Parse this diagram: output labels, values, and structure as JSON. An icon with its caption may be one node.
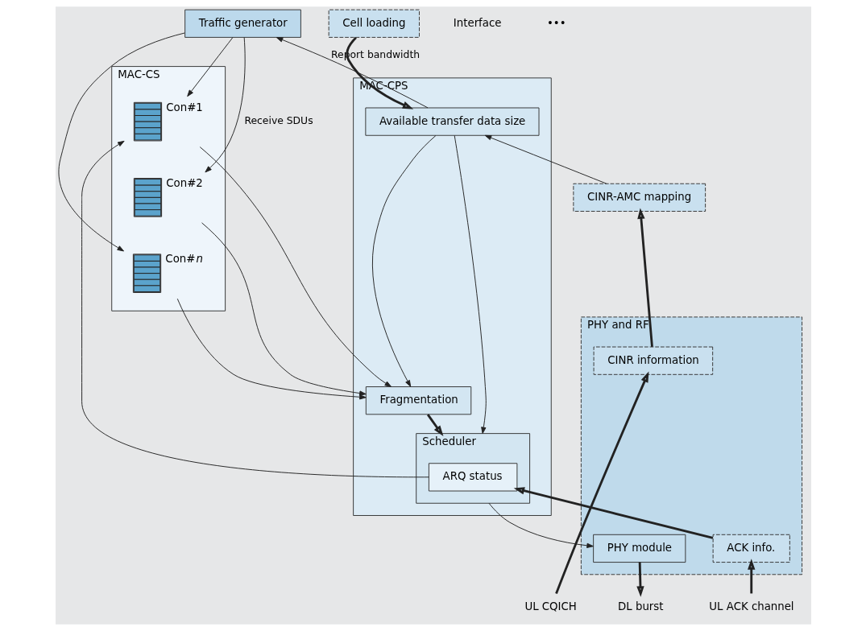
{
  "diagram": {
    "nodes": [
      {
        "text": [
          "Traffic generator"
        ]
      },
      {
        "text": [
          "MAC-CS"
        ]
      },
      {
        "text": [],
        "shape": "bar",
        "beside": [
          "Con#1"
        ],
        "in": 1
      },
      {
        "text": [],
        "shape": "bar",
        "beside": [
          "Con#2"
        ],
        "in": 1
      },
      {
        "text": [],
        "shape": "bar",
        "beside": [
          "Con#*n*"
        ],
        "in": 1
      },
      {
        "text": [
          "MAC-CPS"
        ]
      },
      {
        "text": [
          "Fragmentation"
        ],
        "in": 5
      },
      {
        "text": [
          "Scheduler"
        ],
        "in": 5
      },
      {
        "text": [
          "ARQ status"
        ],
        "in": 7
      },
      {
        "text": [
          "Available transfer data size"
        ],
        "in": 5
      },
      {
        "text": [
          "Cell loading"
        ]
      },
      {
        "text": [
          "PHY and RF"
        ]
      },
      {
        "text": [
          "ACK info."
        ],
        "in": 11
      },
      {
        "text": [
          "PHY module"
        ],
        "in": 11
      },
      {
        "text": [
          "CINR-AMC mapping"
        ]
      },
      {
        "text": [
          "CINR information"
        ],
        "in": 11
      },
      {
        "text": [
          "UL ACK channel"
        ]
      },
      {
        "text": [
          "DL burst"
        ]
      },
      {
        "text": [
          "UL CQICH"
        ]
      }
    ],
    "edges": [
      {
        "from": 0,
        "to": 2,
        "arrow": "to"
      },
      {
        "from": 0,
        "to": 3,
        "arrow": "to",
        "label": "Receive SDUs"
      },
      {
        "from": 0,
        "to": 4,
        "arrow": "to"
      },
      {
        "from": 2,
        "to": 6,
        "arrow": "to"
      },
      {
        "from": 3,
        "to": 6,
        "arrow": "to"
      },
      {
        "from": 4,
        "to": 6,
        "arrow": "to"
      },
      {
        "from": 6,
        "to": 7,
        "arrow": "to",
        "style": "thick"
      },
      {
        "from": 8,
        "to": 2,
        "arrow": "to"
      },
      {
        "from": 9,
        "to": 6,
        "arrow": "to"
      },
      {
        "from": 9,
        "to": 7,
        "arrow": "to"
      },
      {
        "from": 9,
        "to": 0,
        "arrow": "to",
        "label": "Report bandwidth"
      },
      {
        "from": 10,
        "to": 9,
        "arrow": "to",
        "style": "thick"
      },
      {
        "from": 7,
        "to": 13,
        "arrow": "to"
      },
      {
        "from": 12,
        "to": 8,
        "arrow": "to",
        "style": "thick"
      },
      {
        "from": 16,
        "to": 12,
        "arrow": "to",
        "style": "thick"
      },
      {
        "from": 13,
        "to": 17,
        "arrow": "to",
        "style": "thick"
      },
      {
        "from": 18,
        "to": 15,
        "arrow": "to",
        "style": "thick"
      },
      {
        "from": 15,
        "to": 14,
        "arrow": "to",
        "style": "thick"
      },
      {
        "from": 14,
        "to": 9,
        "arrow": "to"
      }
    ],
    "labels": [
      "Interface",
      "•••"
    ]
  }
}
